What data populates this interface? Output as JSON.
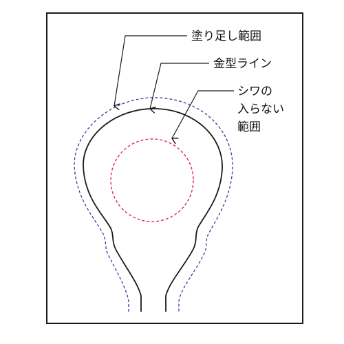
{
  "labels": {
    "bleed_area": "塗り足し範囲",
    "die_line": "金型ライン",
    "no_wrinkle_line1": "シワの",
    "no_wrinkle_line2": "入らない",
    "no_wrinkle_line3": "範囲"
  },
  "colors": {
    "frame": "#1a1a1a",
    "die_line": "#1a1a1a",
    "bleed_dashed": "#3a37a0",
    "no_wrinkle_dashed": "#e0237a",
    "leader": "#1a1a1a"
  }
}
